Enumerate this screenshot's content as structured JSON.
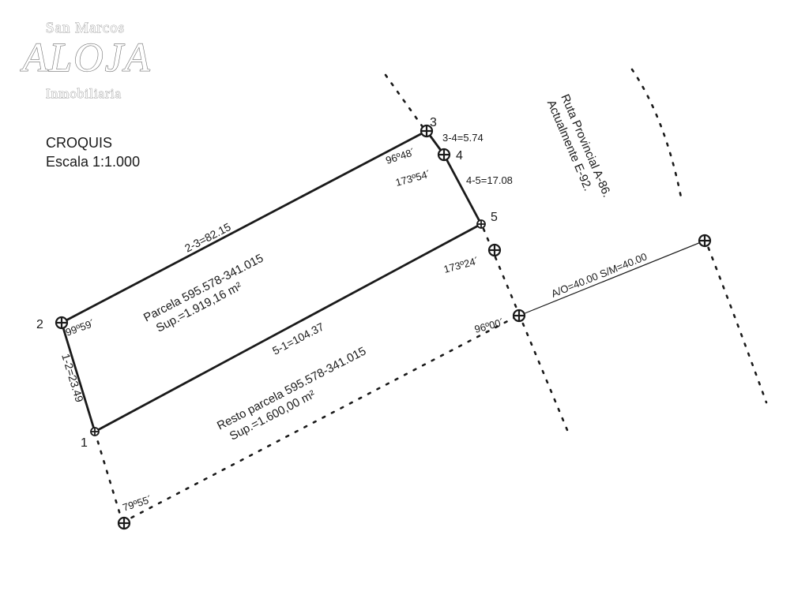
{
  "logo": {
    "top": "San Marcos",
    "main": "ALOJA",
    "sub": "Inmobiliaria"
  },
  "header": {
    "title": "CROQUIS",
    "scale": "Escala 1:1.000"
  },
  "vertices": {
    "v1": "1",
    "v2": "2",
    "v3": "3",
    "v4": "4",
    "v5": "5"
  },
  "sides": {
    "s12": "1-2=23.49",
    "s23": "2-3=82.15",
    "s34": "3-4=5.74",
    "s45": "4-5=17.08",
    "s51": "5-1=104.37"
  },
  "angles": {
    "a2": "99º59´",
    "a3": "96º48´",
    "a4": "173º54´",
    "a5": "173º24´",
    "a6": "96º00´",
    "a7": "79º55´"
  },
  "parcel": {
    "name": "Parcela 595.578-341.015",
    "area": "Sup.=1.919,16 m²"
  },
  "remainder": {
    "name": "Resto parcela 595.578-341.015",
    "area": "Sup.=1.600,00 m²"
  },
  "road": {
    "line1": "Ruta Provincial A-86.",
    "line2": "Actualmente E-92.",
    "width": "A/O=40.00 S/M=40.00"
  },
  "colors": {
    "ink": "#1a1a1a",
    "background": "#ffffff"
  }
}
